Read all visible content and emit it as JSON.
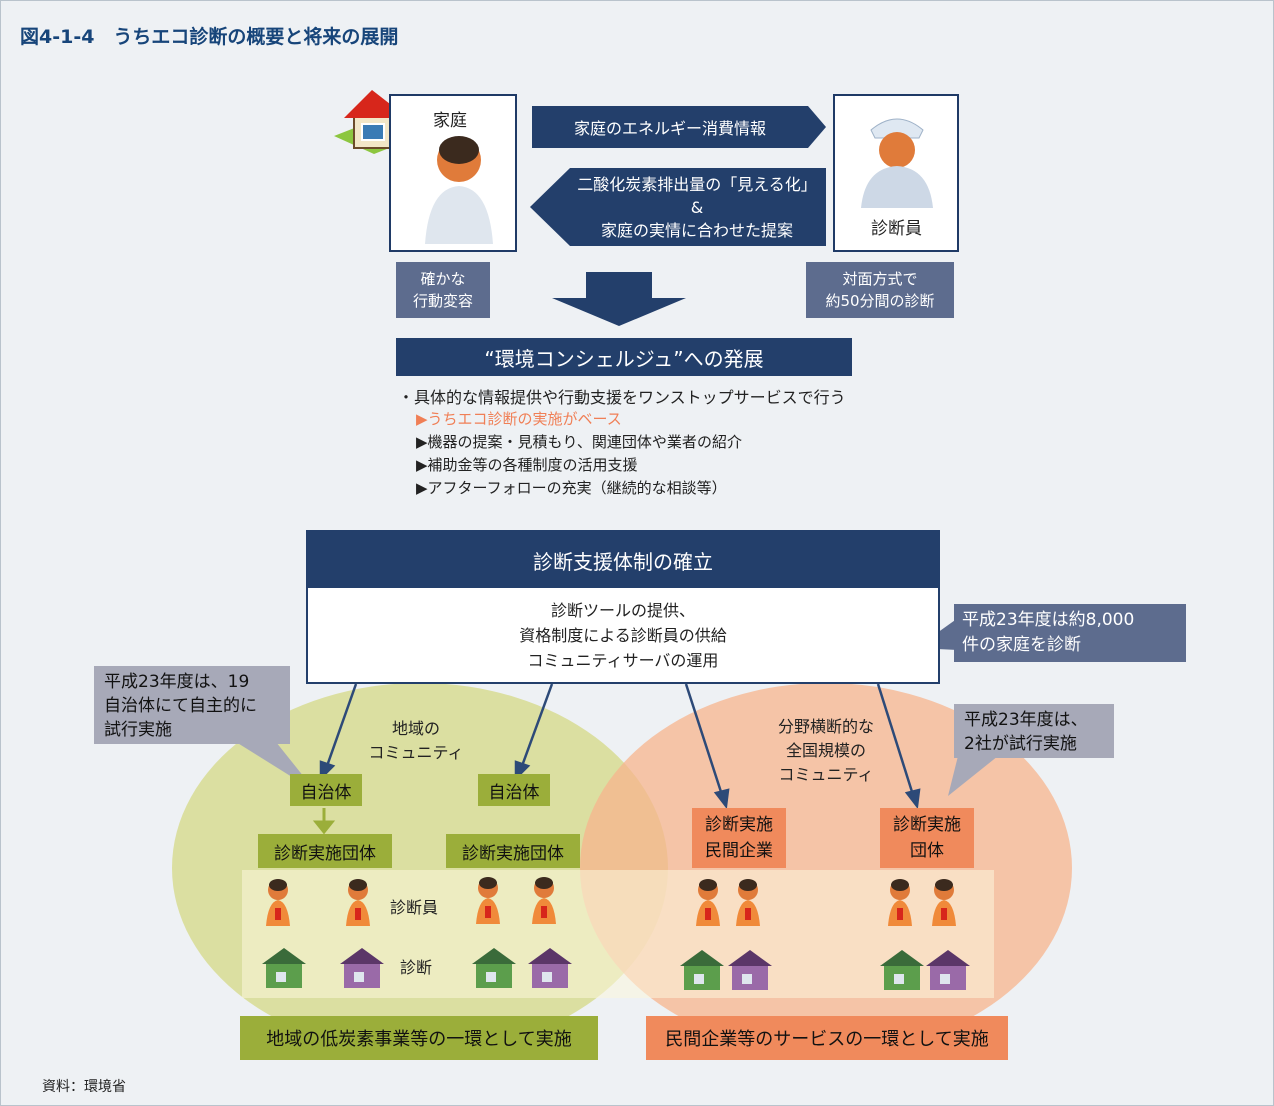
{
  "title": "図4-1-4　うちエコ診断の概要と将来の展開",
  "household": {
    "label": "家庭"
  },
  "diagnostician": {
    "label": "診断員"
  },
  "arrows": {
    "info_flow": "家庭のエネルギー消費情報",
    "feedback": "二酸化炭素排出量の「見える化」\n&\n家庭の実情に合わせた提案"
  },
  "notes": {
    "behavior_change": "確かな\n行動変容",
    "face_to_face": "対面方式で\n約50分間の診断"
  },
  "concierge": {
    "heading": "“環境コンシェルジュ”への発展",
    "lines": [
      "・具体的な情報提供や行動支援をワンストップサービスで行う",
      "▶うちエコ診断の実施がベース",
      "▶機器の提案・見積もり、関連団体や業者の紹介",
      "▶補助金等の各種制度の活用支援",
      "▶アフターフォローの充実（継続的な相談等）"
    ],
    "highlight_color": "#f07f56"
  },
  "support": {
    "heading": "診断支援体制の確立",
    "body": "診断ツールの提供、\n資格制度による診断員の供給\nコミュニティサーバの運用"
  },
  "callouts": {
    "h23_total": "平成23年度は約8,000\n件の家庭を診断",
    "h23_local": "平成23年度は、19\n自治体にて自主的に\n試行実施",
    "h23_private": "平成23年度は、\n2社が試行実施"
  },
  "community": {
    "local": "地域の\nコミュニティ",
    "national": "分野横断的な\n全国規模の\nコミュニティ"
  },
  "labels": {
    "municipality_1": "自治体",
    "municipality_2": "自治体",
    "org_1": "診断実施団体",
    "org_2": "診断実施団体",
    "private_company": "診断実施\n民間企業",
    "private_org": "診断実施\n団体",
    "diagnostician": "診断員",
    "diagnosis": "診断"
  },
  "bottom": {
    "local": "地域の低炭素事業等の一環として実施",
    "private": "民間企業等のサービスの一環として実施"
  },
  "source": "資料：環境省",
  "colors": {
    "navy": "#233f6b",
    "slate": "#5d6c8e",
    "olive": "#9bae3a",
    "orange": "#f08a5c",
    "callout_gray": "#a7a9b8"
  }
}
